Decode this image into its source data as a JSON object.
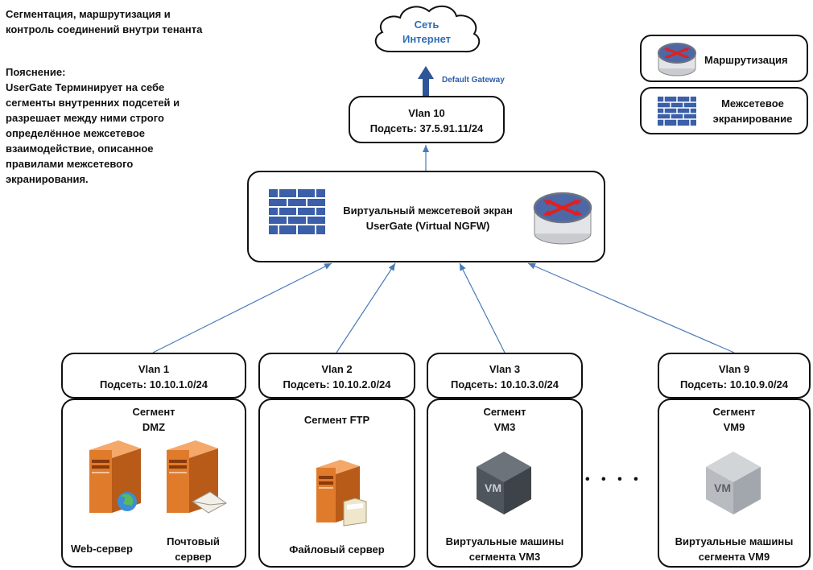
{
  "title": {
    "line1": "Сегментация, маршрутизация и",
    "line2": "контроль соединений внутри тенанта"
  },
  "explanation": {
    "heading": "Пояснение:",
    "lines": [
      "UserGate Терминирует на себе",
      "сегменты внутренних подсетей и",
      "разрешает между ними строго",
      "определённое межсетевое",
      "взаимодействие, описанное",
      "правилами межсетевого",
      "экранирования."
    ]
  },
  "internet": {
    "line1": "Сеть",
    "line2": "Интернет",
    "color": "#2e6db4"
  },
  "gateway_label": "Default Gateway",
  "legend": {
    "routing_label": "Маршрутизация",
    "firewall_line1": "Межсетевое",
    "firewall_line2": "экранирование"
  },
  "vlan10": {
    "title": "Vlan 10",
    "subnet": "Подсеть: 37.5.91.11/24"
  },
  "ngfw": {
    "line1": "Виртуальный межсетевой экран",
    "line2": "UserGate (Virtual NGFW)"
  },
  "vlans": [
    {
      "title": "Vlan 1",
      "subnet": "Подсеть: 10.10.1.0/24"
    },
    {
      "title": "Vlan 2",
      "subnet": "Подсеть: 10.10.2.0/24"
    },
    {
      "title": "Vlan 3",
      "subnet": "Подсеть: 10.10.3.0/24"
    },
    {
      "title": "Vlan 9",
      "subnet": "Подсеть: 10.10.9.0/24"
    }
  ],
  "segments": {
    "dmz": {
      "title1": "Сегмент",
      "title2": "DMZ",
      "web_label": "Web-сервер",
      "mail_label1": "Почтовый",
      "mail_label2": "сервер"
    },
    "ftp": {
      "title": "Сегмент FTP",
      "file_label": "Файловый сервер"
    },
    "vm3": {
      "title1": "Сегмент",
      "title2": "VM3",
      "label1": "Виртуальные машины",
      "label2": "сегмента VM3",
      "vm_text": "VM"
    },
    "vm9": {
      "title1": "Сегмент",
      "title2": "VM9",
      "label1": "Виртуальные машины",
      "label2": "сегмента VM9",
      "vm_text": "VM"
    }
  },
  "ellipsis": "• • • •",
  "colors": {
    "line": "#4a7ab8",
    "server": "#e07b2c",
    "firewall": "#3b5fa8",
    "vm_dark": "#5a6068",
    "vm_light": "#bfc3c7"
  }
}
